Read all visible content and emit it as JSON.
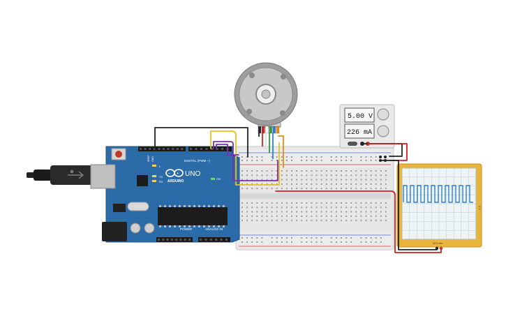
{
  "arduino": {
    "brand": "ARDUINO",
    "model": "UNO",
    "digital_label": "DIGITAL (PWM ~)",
    "analog_label": "ANALOG IN",
    "power_label": "POWER",
    "on_label": "ON",
    "tx_label": "TX",
    "rx_label": "RX",
    "l_label": "L",
    "gnd_label": "GND",
    "aref_label": "AREF"
  },
  "power_supply": {
    "voltage": "5.00 V",
    "current": "226 mA"
  },
  "oscilloscope": {
    "time_label": "10.0 ms",
    "volt_label": "5 V"
  },
  "colors": {
    "board": "#2a6aa7",
    "breadboard": "#e6e6e6",
    "scope_frame": "#e8b23a",
    "trace": "#2f7fd0",
    "wire_black": "#222222",
    "wire_red": "#d21f1f",
    "wire_yellow": "#e7c21a",
    "wire_purple": "#7b2fb0",
    "wire_orange": "#e88a16",
    "wire_green": "#2e9a3a"
  },
  "icons": [
    "usb-plug-icon",
    "motor-icon",
    "knob-icon"
  ]
}
